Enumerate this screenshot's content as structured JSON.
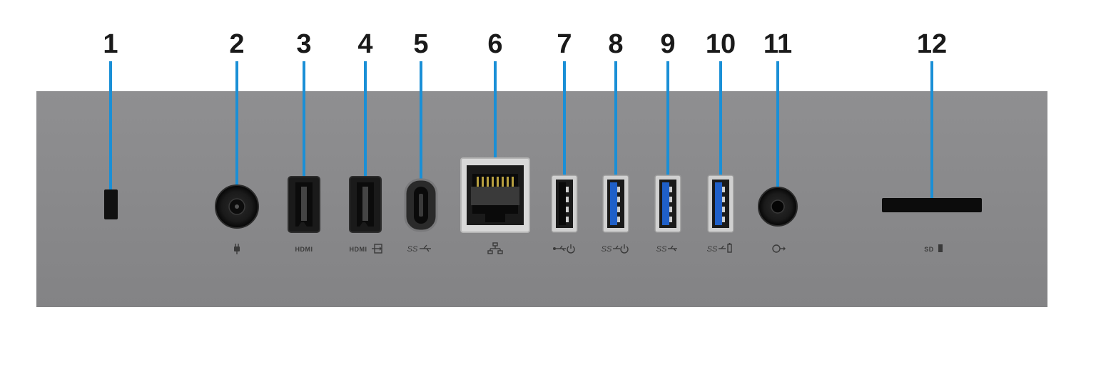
{
  "colors": {
    "panel": "#8b8b8d",
    "leader": "#1a8fd6",
    "usb3_blue": "#1f5fc8",
    "port_black": "#151515",
    "label_text": "#1a1a1a"
  },
  "callouts": [
    "1",
    "2",
    "3",
    "4",
    "5",
    "6",
    "7",
    "8",
    "9",
    "10",
    "11",
    "12"
  ],
  "port_captions": {
    "hdmi_out": "HDMI",
    "hdmi_in": "HDMI",
    "sd": "SD"
  },
  "port_icons": [
    "security-lock-slot-icon",
    "power-plug-icon",
    "hdmi-port-icon",
    "hdmi-in-port-icon",
    "usb-c-superspeed-icon",
    "ethernet-network-icon",
    "usb2-power-icon",
    "usb3-power-icon",
    "usb3-icon",
    "usb3-battery-icon",
    "headset-icon",
    "sd-card-icon"
  ]
}
